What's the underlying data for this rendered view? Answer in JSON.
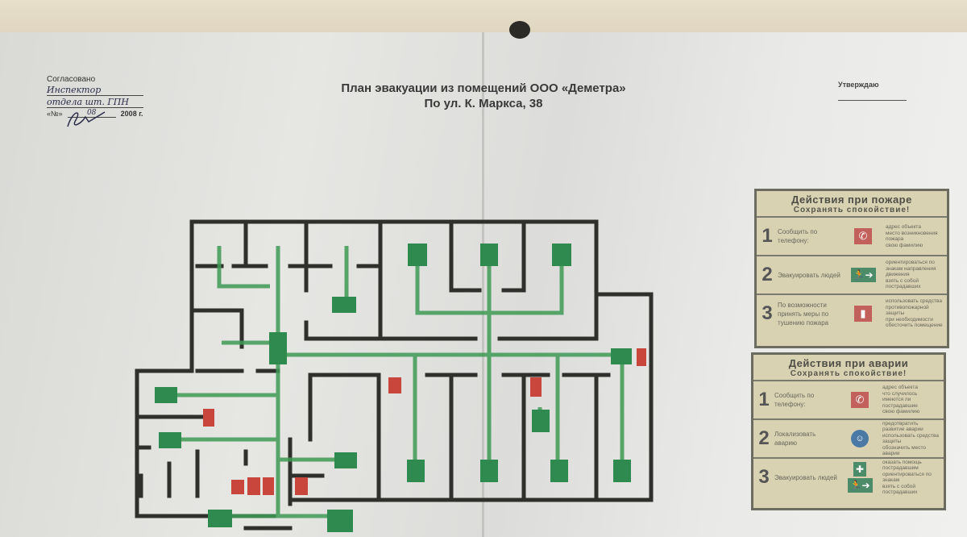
{
  "title": {
    "line1": "План эвакуации  из помещений ООО «Деметра»",
    "line2": "По ул. К. Маркса, 38"
  },
  "approval": {
    "label": "Согласовано",
    "hand1": "Инспектор",
    "hand2": "отдела шт. ГПН",
    "number_label": "«№»",
    "number": "08",
    "year": "2008 г."
  },
  "confirm": {
    "label": "Утверждаю"
  },
  "fire_panel": {
    "title": "Действия при пожаре",
    "subtitle": "Сохранять спокойствие!",
    "steps": [
      {
        "num": "1",
        "action": "Сообщить по телефону:",
        "icon": "phone-icon",
        "notes": [
          "адрес объекта",
          "место возникновения пожара",
          "свою фамилию"
        ]
      },
      {
        "num": "2",
        "action": "Эвакуировать людей",
        "icon": "exit-arrow-icon",
        "notes": [
          "ориентироваться по знакам направления движения",
          "взять с собой пострадавших"
        ]
      },
      {
        "num": "3",
        "action": "По возможности принять меры по тушению пожара",
        "icon": "extinguisher-icon",
        "notes": [
          "использовать средства противопожарной защиты",
          "при необходимости обесточить помещение"
        ]
      }
    ]
  },
  "accident_panel": {
    "title": "Действия при аварии",
    "subtitle": "Сохранять спокойствие!",
    "steps": [
      {
        "num": "1",
        "action": "Сообщить по телефону:",
        "icon": "phone-icon",
        "notes": [
          "адрес объекта",
          "что случилось",
          "имеются ли пострадавшие",
          "свою фамилию"
        ]
      },
      {
        "num": "2",
        "action": "Локализовать аварию",
        "icon": "respirator-icon",
        "notes": [
          "предотвратить развитие аварии",
          "использовать средства защиты",
          "обозначить место аварии"
        ]
      },
      {
        "num": "3",
        "action": "Эвакуировать людей",
        "icon": "first-aid-icon",
        "notes": [
          "оказать помощь пострадавшим",
          "ориентироваться по знакам",
          "взять с собой пострадавших"
        ]
      }
    ]
  },
  "colors": {
    "wall": "#2f302c",
    "route": "#3f9a55",
    "exit_sign": "#2e8a4f",
    "fire_sign": "#c9463d"
  }
}
